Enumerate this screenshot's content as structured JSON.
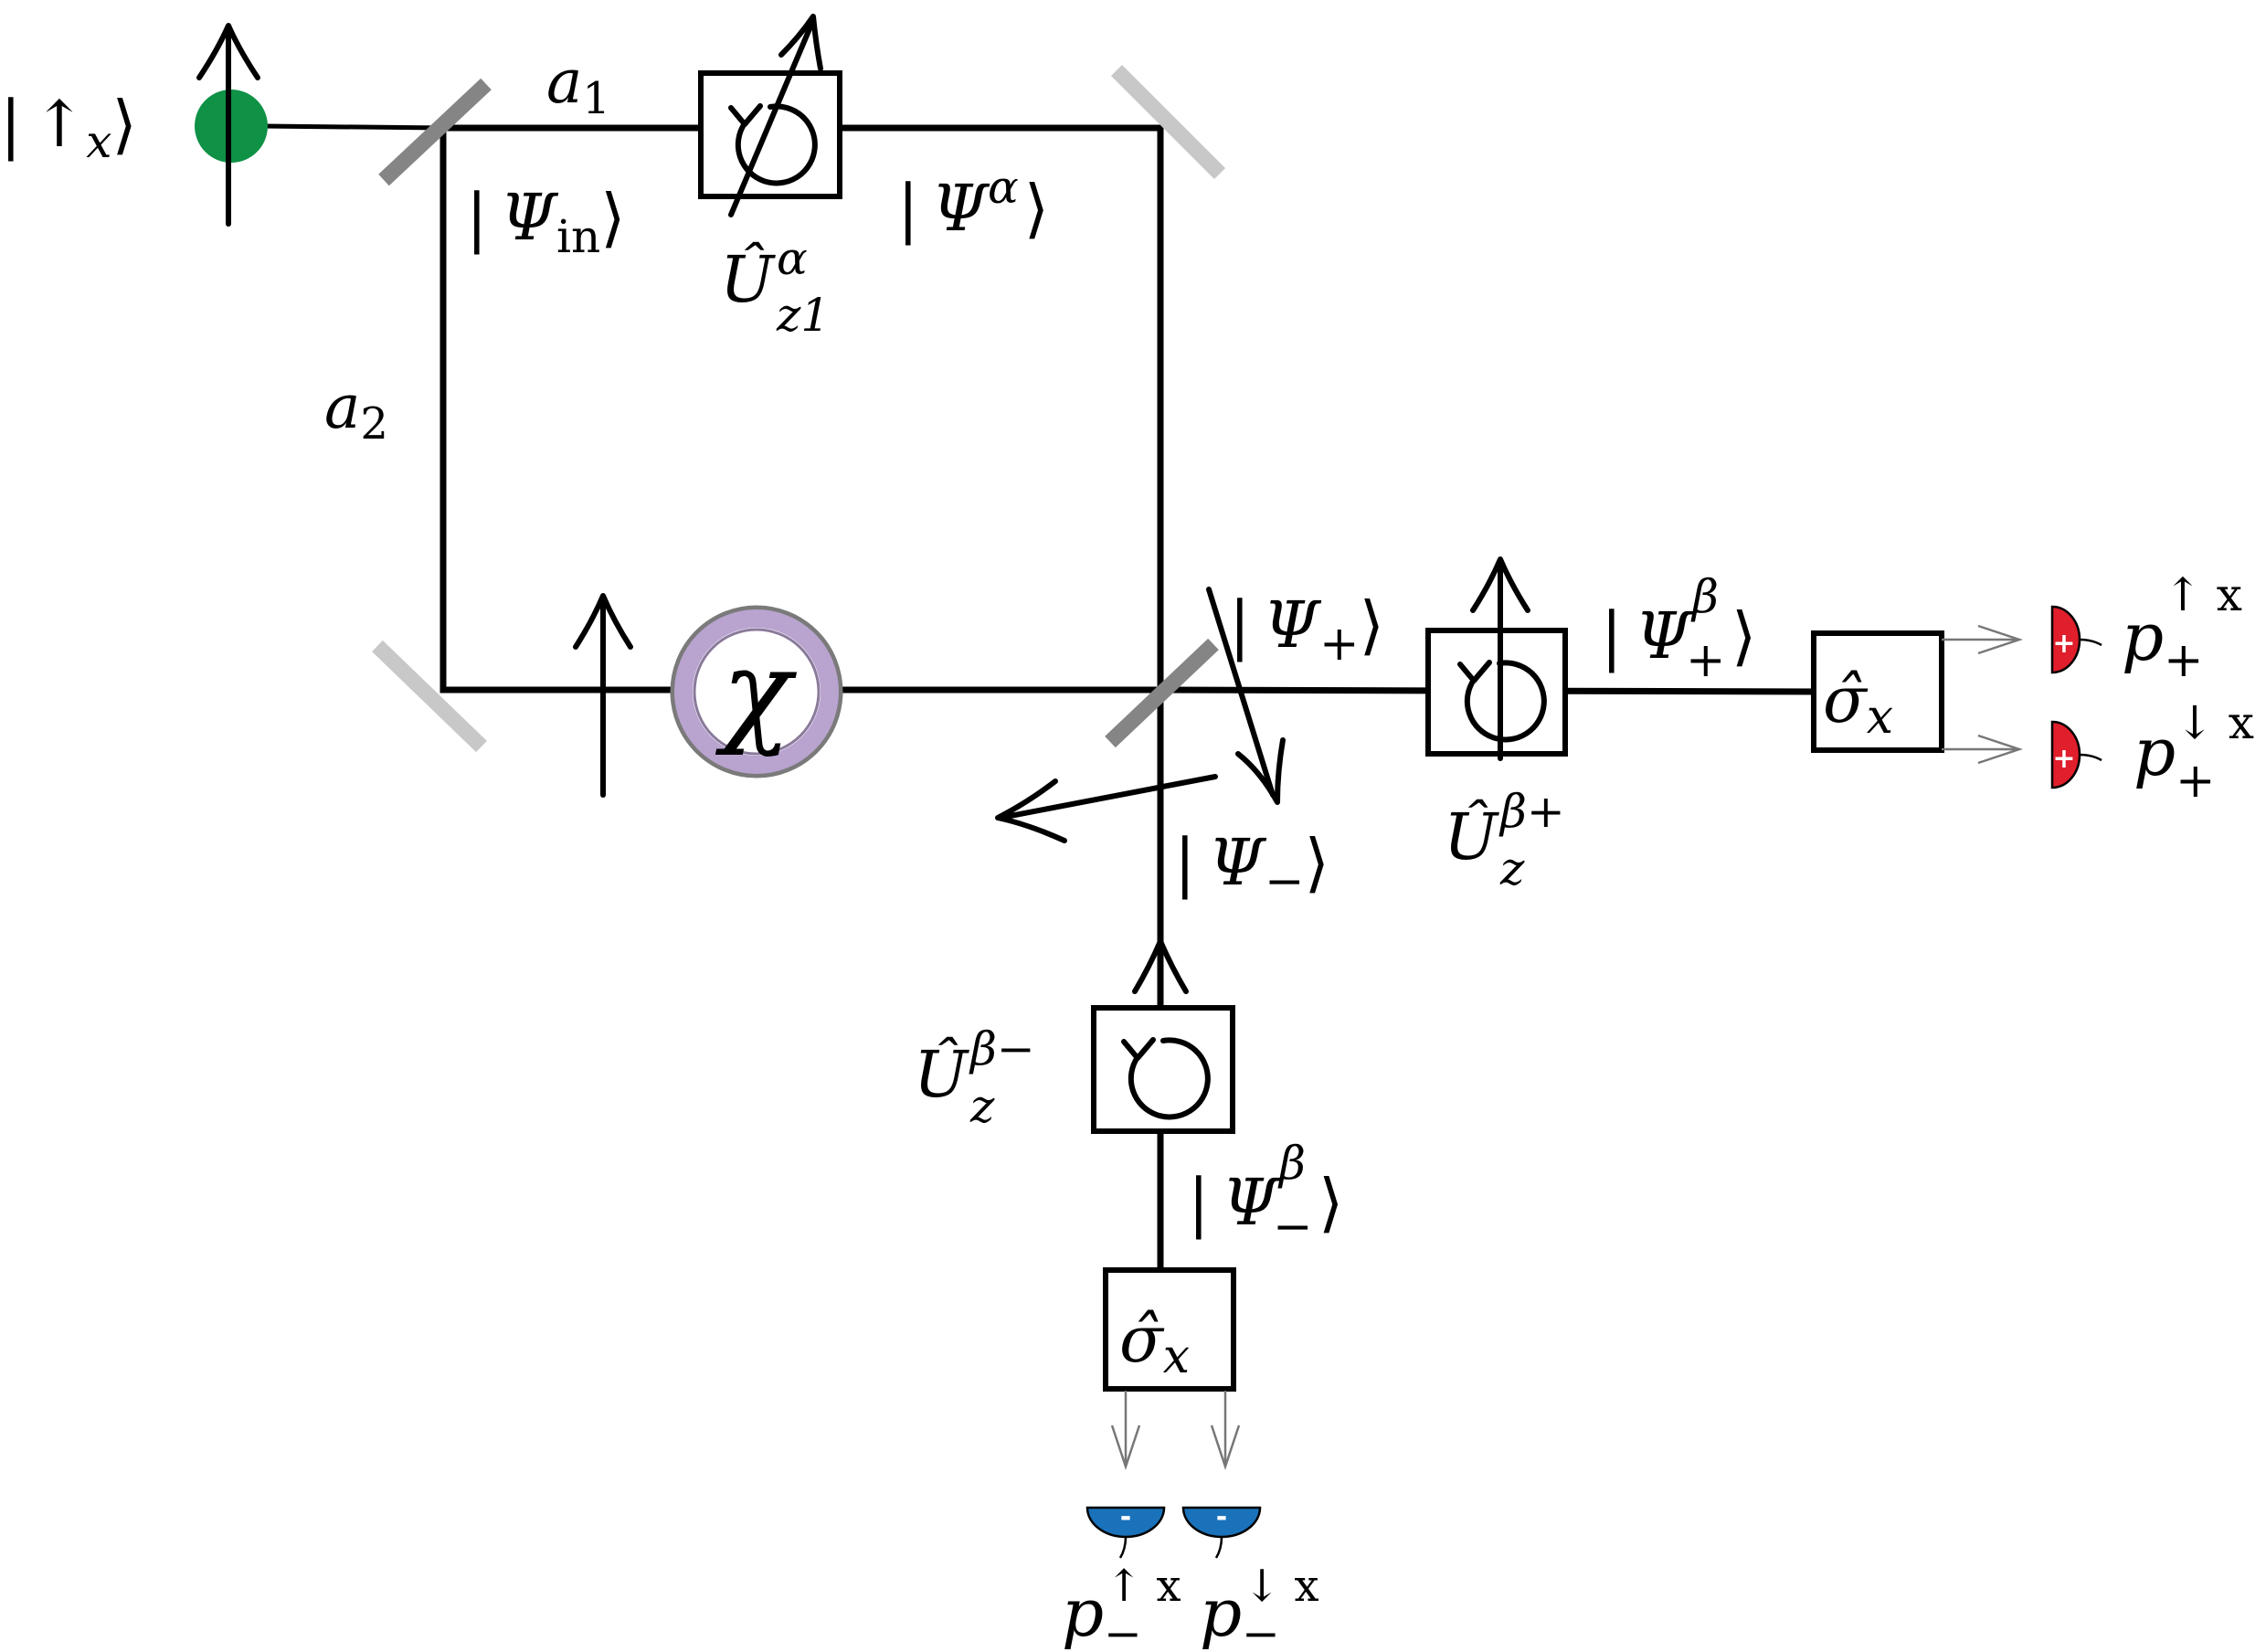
{
  "input_state": {
    "bra": "|",
    "symbol": "↑",
    "sub": "x",
    "ket": "⟩"
  },
  "arms": {
    "a1": {
      "base": "a",
      "sub": "1"
    },
    "a2": {
      "base": "a",
      "sub": "2"
    }
  },
  "states": {
    "psi_in": {
      "bar": "|",
      "psi": "Ψ",
      "sub": "in",
      "ket": "⟩"
    },
    "psi_alpha": {
      "bar": "|",
      "psi": "Ψ",
      "sup": "α",
      "ket": "⟩"
    },
    "psi_plus": {
      "bar": "|",
      "psi": "Ψ",
      "sub": "+",
      "ket": "⟩"
    },
    "psi_minus": {
      "bar": "|",
      "psi": "Ψ",
      "sub": "−",
      "ket": "⟩"
    },
    "psi_plus_beta": {
      "bar": "|",
      "psi": "Ψ",
      "sub": "+",
      "sup": "β",
      "ket": "⟩"
    },
    "psi_minus_beta": {
      "bar": "|",
      "psi": "Ψ",
      "sub": "−",
      "sup": "β",
      "ket": "⟩"
    }
  },
  "operators": {
    "u_alpha": {
      "base": "Û",
      "sub": "z1",
      "sup": "α"
    },
    "u_beta_plus": {
      "base": "Û",
      "sub": "z",
      "sup": "β+"
    },
    "u_beta_minus": {
      "base": "Û",
      "sub": "z",
      "sup": "β−"
    },
    "sigma_x_right": {
      "base": "σ̂",
      "sub": "x"
    },
    "sigma_x_bottom": {
      "base": "σ̂",
      "sub": "x"
    },
    "chi": {
      "symbol": "χ"
    }
  },
  "detectors": {
    "plus_signs": [
      "+",
      "+"
    ],
    "minus_signs": [
      "-",
      "-"
    ],
    "p_plus_up": {
      "p": "p",
      "sub": "+",
      "sup": "↑ x"
    },
    "p_plus_down": {
      "p": "p",
      "sub": "+",
      "sup": "↓ x"
    },
    "p_minus_up": {
      "p": "p",
      "sub": "−",
      "sup": "↑ x"
    },
    "p_minus_down": {
      "p": "p",
      "sub": "−",
      "sup": "↓ x"
    }
  },
  "colors": {
    "particle": "#0f9146",
    "detector_plus": "#e01e2c",
    "detector_minus": "#1a72ba",
    "chi_ring": "#b9a3cf",
    "mirror_light": "#c8c8c8",
    "beam_splitter": "#858585"
  },
  "icons": {
    "particle": "green-circle-icon",
    "rotation": "clockwise-rotation-icon",
    "spin": "up-arrow-icon",
    "detector": "half-disc-detector-icon"
  }
}
